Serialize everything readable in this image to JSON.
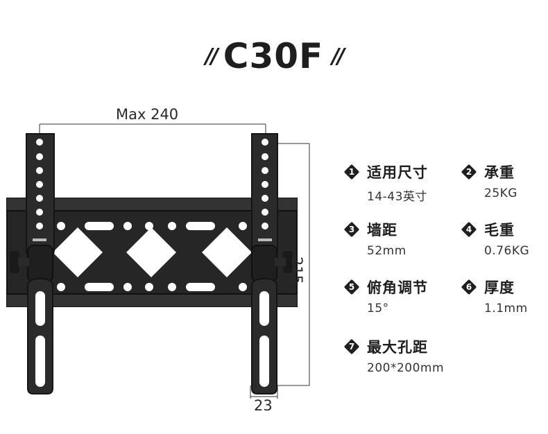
{
  "title": {
    "left_slashes": "//",
    "model": "C30F",
    "right_slashes": "//"
  },
  "dimensions": {
    "width_label": "Max 240",
    "height_label": "215",
    "depth_label": "23"
  },
  "specs": [
    {
      "num": "1",
      "name": "适用尺寸",
      "value": "14-43英寸"
    },
    {
      "num": "2",
      "name": "承重",
      "value": "25KG"
    },
    {
      "num": "3",
      "name": "墙距",
      "value": "52mm"
    },
    {
      "num": "4",
      "name": "毛重",
      "value": "0.76KG"
    },
    {
      "num": "5",
      "name": "俯角调节",
      "value": "15°"
    },
    {
      "num": "6",
      "name": "厚度",
      "value": "1.1mm"
    },
    {
      "num": "7",
      "name": "最大孔距",
      "value": "200*200mm"
    }
  ],
  "colors": {
    "metal": "#2b2b2b",
    "metal_edge": "#161616",
    "text": "#1e1e1e",
    "background": "#ffffff"
  }
}
